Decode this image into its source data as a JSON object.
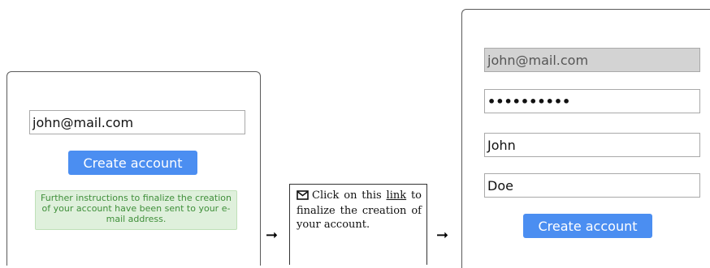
{
  "step1": {
    "email_value": "john@mail.com",
    "create_button": "Create account",
    "notice": "Further instructions to finalize the creation of your account have been sent to your e-mail address."
  },
  "email": {
    "icon": "envelope-icon",
    "text_before": "Click on this",
    "link": "link",
    "text_after": "to finalize the creation of your account."
  },
  "arrows": {
    "glyph": "➞"
  },
  "step3": {
    "email_value": "john@mail.com",
    "password_value": "••••••••••",
    "first_name_value": "John",
    "last_name_value": "Doe",
    "create_button": "Create account"
  },
  "colors": {
    "button": "#4b8ef1",
    "notice_bg": "#dff0dc",
    "notice_text": "#3f8f3a",
    "disabled_input": "#d3d3d3"
  }
}
